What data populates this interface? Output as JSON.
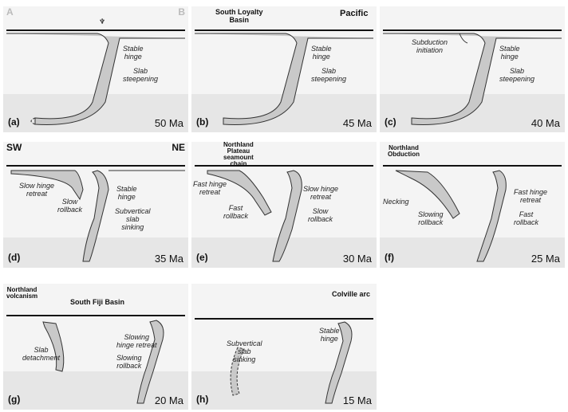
{
  "panels": [
    {
      "id": "(a)",
      "age": "50 Ma",
      "corner_left": "A",
      "corner_right": "B",
      "labels": {
        "hinge": "Stable\nhinge",
        "slab": "Slab\nsteepening"
      }
    },
    {
      "id": "(b)",
      "age": "45 Ma",
      "top_left": "South Loyalty\nBasin",
      "top_right": "Pacific",
      "labels": {
        "hinge": "Stable\nhinge",
        "slab": "Slab\nsteepening"
      }
    },
    {
      "id": "(c)",
      "age": "40 Ma",
      "labels": {
        "init": "Subduction\ninitiation",
        "hinge": "Stable\nhinge",
        "slab": "Slab\nsteepening"
      }
    },
    {
      "id": "(d)",
      "age": "35 Ma",
      "corner_left": "SW",
      "corner_right": "NE",
      "labels": {
        "retreat": "Slow hinge\nretreat",
        "rollback": "Slow\nrollback",
        "hinge": "Stable\nhinge",
        "sinking": "Subvertical\nslab\nsinking"
      }
    },
    {
      "id": "(e)",
      "age": "30 Ma",
      "top_left": "Northland\nPlateau\nseamount\nchain",
      "labels": {
        "fretreat": "Fast hinge\nretreat",
        "frollback": "Fast\nrollback",
        "sretreat": "Slow hinge\nretreat",
        "srollback": "Slow\nrollback"
      }
    },
    {
      "id": "(f)",
      "age": "25 Ma",
      "top_left": "Northland\nObduction",
      "labels": {
        "necking": "Necking",
        "slowing": "Slowing\nrollback",
        "fretreat": "Fast hinge\nretreat",
        "frollback": "Fast\nrollback"
      }
    },
    {
      "id": "(g)",
      "age": "20 Ma",
      "top_left": "Northland\nvolcanism",
      "top_mid": "South Fiji Basin",
      "labels": {
        "detach": "Slab\ndetachment",
        "sretreat": "Slowing\nhinge retreat",
        "srollback": "Slowing\nrollback"
      }
    },
    {
      "id": "(h)",
      "age": "15 Ma",
      "top_right": "Colville arc",
      "labels": {
        "sinking": "Subvertical\nslab\nsinking",
        "hinge": "Stable\nhinge"
      }
    }
  ]
}
